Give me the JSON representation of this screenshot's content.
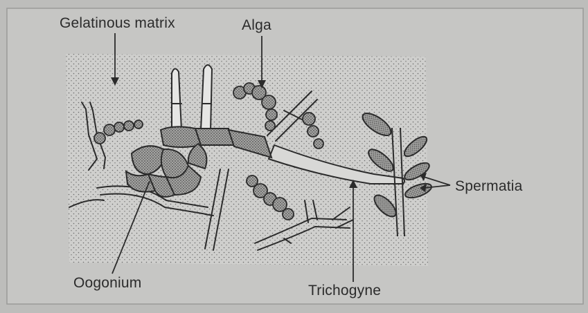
{
  "labels": {
    "gelatinous_matrix": "Gelatinous matrix",
    "alga": "Alga",
    "spermatia": "Spermatia",
    "oogonium": "Oogonium",
    "trichogyne": "Trichogyne"
  },
  "colors": {
    "background": "#bdbdbb",
    "panel": "#c6c6c4",
    "matrix_fill": "#cfcfcd",
    "stipple": "#6a6a6a",
    "ink": "#2b2b2b",
    "cell_fill": "#8c8c8c"
  }
}
